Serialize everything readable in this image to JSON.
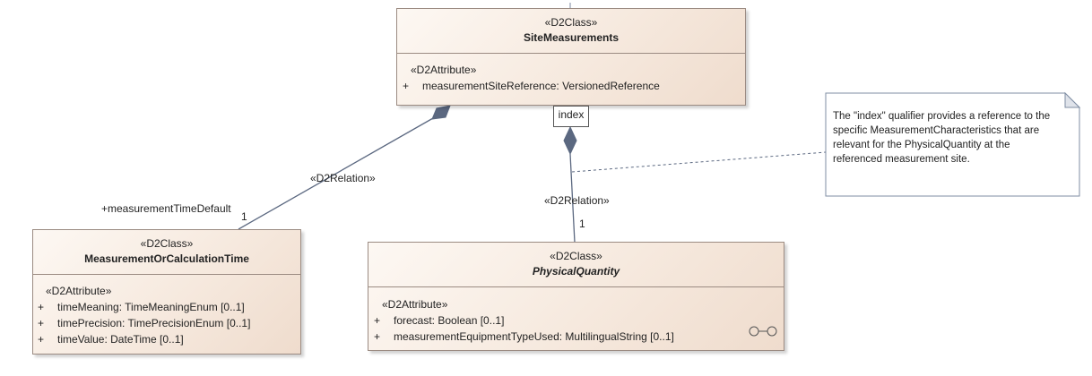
{
  "classes": {
    "site_measurements": {
      "stereotype": "«D2Class»",
      "name": "SiteMeasurements",
      "attr_stereotype": "«D2Attribute»",
      "attributes": [
        {
          "visibility": "+",
          "text": "measurementSiteReference: VersionedReference"
        }
      ]
    },
    "measurement_time": {
      "stereotype": "«D2Class»",
      "name": "MeasurementOrCalculationTime",
      "attr_stereotype": "«D2Attribute»",
      "attributes": [
        {
          "visibility": "+",
          "text": "timeMeaning: TimeMeaningEnum [0..1]"
        },
        {
          "visibility": "+",
          "text": "timePrecision: TimePrecisionEnum [0..1]"
        },
        {
          "visibility": "+",
          "text": "timeValue: DateTime [0..1]"
        }
      ]
    },
    "physical_quantity": {
      "stereotype": "«D2Class»",
      "name": "PhysicalQuantity",
      "attr_stereotype": "«D2Attribute»",
      "attributes": [
        {
          "visibility": "+",
          "text": "forecast: Boolean [0..1]"
        },
        {
          "visibility": "+",
          "text": "measurementEquipmentTypeUsed: MultilingualString [0..1]"
        }
      ]
    }
  },
  "relations": {
    "time_relation": {
      "stereotype": "«D2Relation»",
      "role": "+measurementTimeDefault",
      "multiplicity": "1"
    },
    "quantity_relation": {
      "stereotype": "«D2Relation»",
      "qualifier": "index",
      "multiplicity": "1"
    }
  },
  "note": {
    "text": "The \"index\" qualifier provides a reference to the specific MeasurementCharacteristics that are relevant for the PhysicalQuantity at the referenced measurement site."
  }
}
